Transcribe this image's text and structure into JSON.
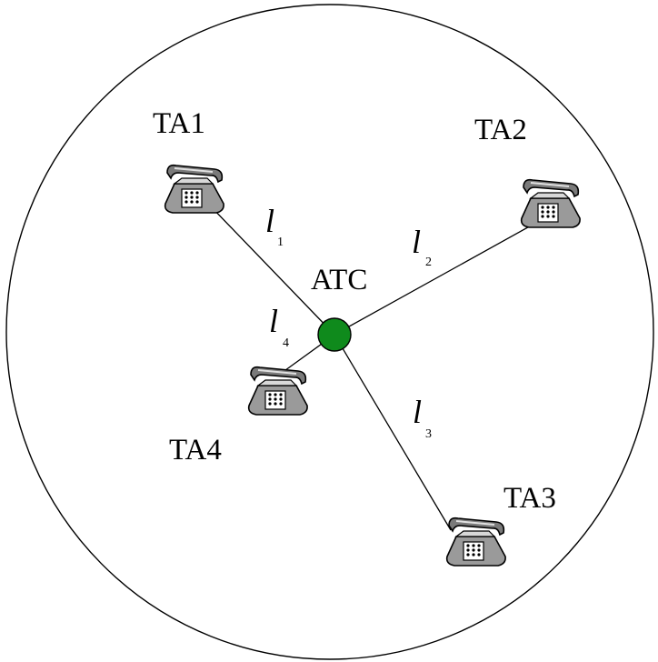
{
  "center": {
    "label": "ATC",
    "color": "#0f8a1c"
  },
  "terminals": [
    {
      "id": "ta1",
      "label": "TA1"
    },
    {
      "id": "ta2",
      "label": "TA2"
    },
    {
      "id": "ta3",
      "label": "TA3"
    },
    {
      "id": "ta4",
      "label": "TA4"
    }
  ],
  "links": [
    {
      "id": "l1",
      "main": "l",
      "sub": "1",
      "to": "ta1"
    },
    {
      "id": "l2",
      "main": "l",
      "sub": "2",
      "to": "ta2"
    },
    {
      "id": "l3",
      "main": "l",
      "sub": "3",
      "to": "ta3"
    },
    {
      "id": "l4",
      "main": "l",
      "sub": "4",
      "to": "ta4"
    }
  ]
}
